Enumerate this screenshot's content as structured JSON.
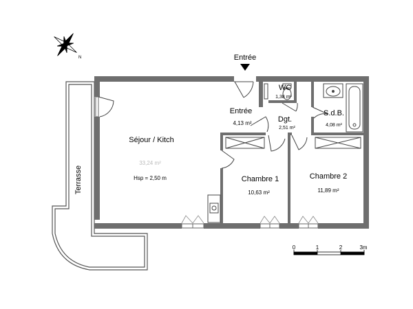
{
  "compass": {
    "north_label": "N",
    "icon": "compass-rose-icon"
  },
  "entrance": {
    "label": "Entrée",
    "icon": "entrance-arrow-icon"
  },
  "rooms": {
    "sejour": {
      "name": "Séjour / Kitch",
      "area": "33,24 m²",
      "hsp": "Hsp = 2,50 m"
    },
    "entree": {
      "name": "Entrée",
      "area": "4,13 m²"
    },
    "wc": {
      "name": "WC",
      "area": "1,38 m²"
    },
    "dgt": {
      "name": "Dgt.",
      "area": "2,51 m²"
    },
    "sdb": {
      "name": "S.d.B.",
      "area": "4,08 m²"
    },
    "chambre1": {
      "name": "Chambre 1",
      "area": "10,63 m²"
    },
    "chambre2": {
      "name": "Chambre 2",
      "area": "11,89 m²"
    }
  },
  "terrace": {
    "label": "Terrasse"
  },
  "scale": {
    "ticks": [
      "0",
      "1",
      "2",
      "3m"
    ]
  }
}
